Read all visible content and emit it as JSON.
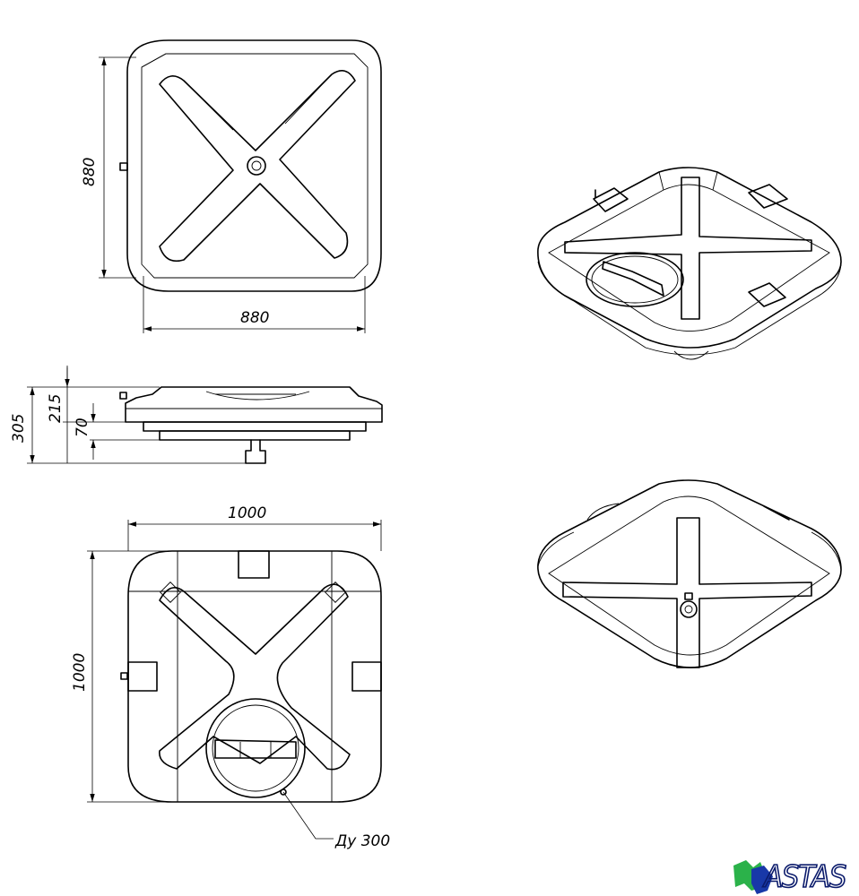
{
  "drawing": {
    "top_view": {
      "width_label": "880",
      "height_label": "880"
    },
    "side_view": {
      "total_height_label": "305",
      "body_height_label": "215",
      "base_height_label": "70"
    },
    "bottom_view": {
      "width_label": "1000",
      "height_label": "1000",
      "hatch_label": "Ду 300"
    }
  },
  "logo": {
    "text": "ASTAS",
    "colors": {
      "green": "#2bb24a",
      "blue": "#1838a8",
      "navy": "#0a1a6b"
    }
  }
}
